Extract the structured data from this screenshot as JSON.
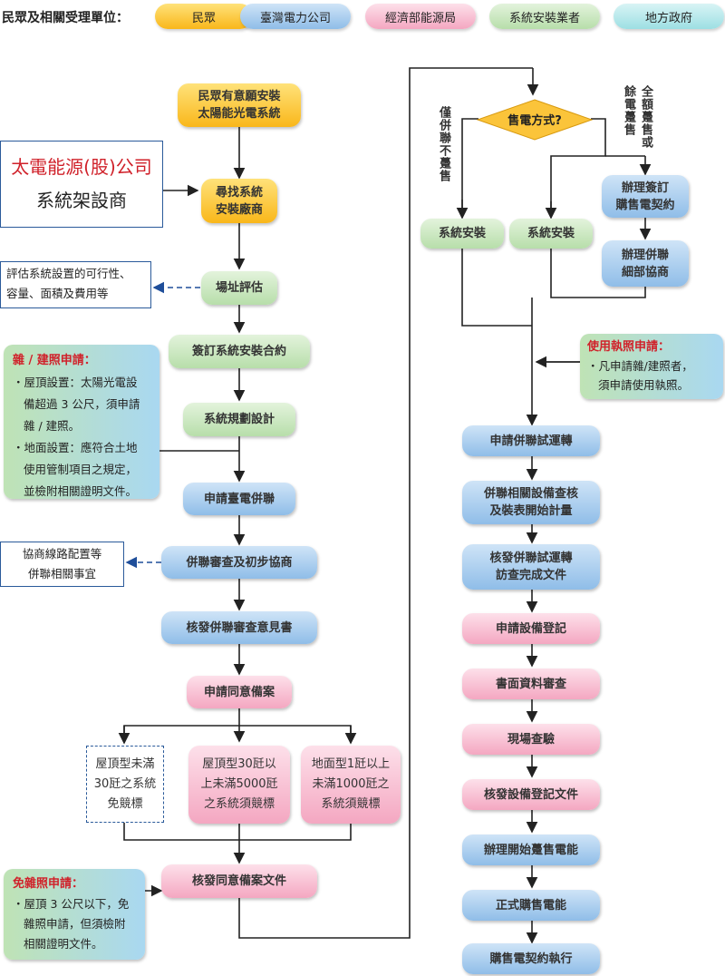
{
  "legend": {
    "title": "民眾及相關受理單位：",
    "items": [
      "民眾",
      "臺灣電力公司",
      "經濟部能源局",
      "系統安裝業者",
      "地方政府"
    ]
  },
  "company": {
    "name": "太電能源(股)公司",
    "role": "系統架設商"
  },
  "left": {
    "n1": [
      "民眾有意願安裝",
      "太陽能光電系統"
    ],
    "n2": [
      "尋找系統",
      "安裝廠商"
    ],
    "n3": "場址評估",
    "n4": "簽訂系統安裝合約",
    "n5": "系統規劃設計",
    "n6": "申請臺電併聯",
    "n7": "併聯審查及初步協商",
    "n8": "核發併聯審查意見書",
    "n9": "申請同意備案",
    "b1": [
      "屋頂型未滿",
      "30瓩之系統",
      "免競標"
    ],
    "b2": [
      "屋頂型30瓩以",
      "上未滿5000瓩",
      "之系統須競標"
    ],
    "b3": [
      "地面型1瓩以上",
      "未滿1000瓩之",
      "系統須競標"
    ],
    "n10": "核發同意備案文件"
  },
  "notes": {
    "evaluate": [
      "評估系統設置的可行性、",
      "容量、面積及費用等"
    ],
    "permit": {
      "title": "雜 / 建照申請：",
      "lines": [
        "・屋頂設置：太陽光電設",
        "備超過 3 公尺，須申請",
        "雜 / 建照。",
        "・地面設置：應符合土地",
        "使用管制項目之規定，",
        "並檢附相關證明文件。"
      ]
    },
    "negotiate": [
      "協商線路配置等",
      "併聯相關事宜"
    ],
    "exempt": {
      "title": "免雜照申請：",
      "lines": [
        "・屋頂 3 公尺以下，免",
        "雜照申請，但須檢附",
        "相關證明文件。"
      ]
    },
    "usage": {
      "title": "使用執照申請：",
      "lines": [
        "・凡申請雜/建照者，",
        "須申請使用執照。"
      ]
    }
  },
  "right": {
    "decision": "售電方式?",
    "label_left": "僅併聯不躉售",
    "label_right": [
      "全額躉售或",
      "餘電躉售"
    ],
    "inst1": "系統安裝",
    "inst2": "系統安裝",
    "contract": [
      "辦理簽訂",
      "購售電契約"
    ],
    "grid": [
      "辦理併聯",
      "細部協商"
    ],
    "r1": "申請併聯試運轉",
    "r2": [
      "併聯相關設備查核",
      "及裝表開始計量"
    ],
    "r3": [
      "核發併聯試運轉",
      "訪查完成文件"
    ],
    "r4": "申請設備登記",
    "r5": "書面資料審查",
    "r6": "現場查驗",
    "r7": "核發設備登記文件",
    "r8": "辦理開始躉售電能",
    "r9": "正式購售電能",
    "r10": "購售電契約執行"
  },
  "colors": {
    "yellow": "#f9b71a",
    "blue": "#8fbde8",
    "green": "#b7deaa",
    "pink": "#f4a7c1",
    "teal": "#9ddfe3",
    "red": "#d0212a",
    "navy": "#2a5a9a"
  }
}
